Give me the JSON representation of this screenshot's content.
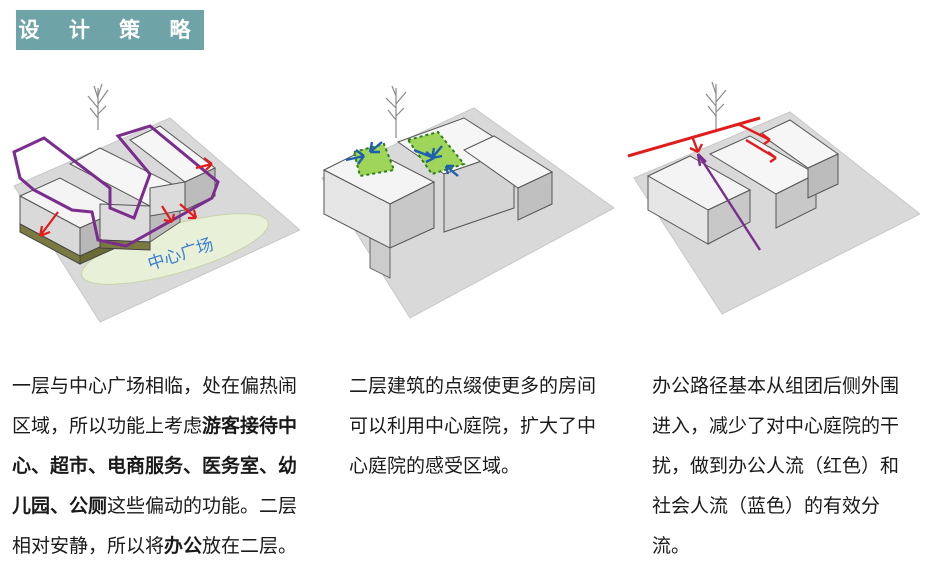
{
  "title": "设 计 策 略",
  "panel1": {
    "label": "中心广场",
    "caption": [
      {
        "t": "一层与中心广场相临，处在偏热闹区域，所以功能上考虑",
        "b": false
      },
      {
        "t": "游客接待中心、超市、电商服务、医务室、幼儿园、公厕",
        "b": true
      },
      {
        "t": "这些偏动的功能。二层相对安静，所以将",
        "b": false
      },
      {
        "t": "办公",
        "b": true
      },
      {
        "t": "放在二层。",
        "b": false
      }
    ]
  },
  "panel2": {
    "caption": [
      {
        "t": "二层建筑的点缀使更多的房间可以利用中心庭院，扩大了中心庭院的感受区域。",
        "b": false
      }
    ]
  },
  "panel3": {
    "caption": [
      {
        "t": "办公路径基本从组团后侧外围进入，减少了对中心庭院的干扰，做到办公人流（红色）和社会人流（蓝色）的有效分流。",
        "b": false
      }
    ]
  },
  "colors": {
    "badge": "#6ea3a8",
    "outline_purple": "#7b2d8e",
    "arrow_red": "#e21b1b",
    "arrow_blue": "#1f5fb0",
    "courtyard_green": "#9fd65a",
    "plaza_fill": "#e8f0d8",
    "plaza_text": "#3a7fd0",
    "ground_olive": "#7a7a40"
  },
  "icons": [
    "tree-icon",
    "building-icon",
    "arrow-icon"
  ]
}
